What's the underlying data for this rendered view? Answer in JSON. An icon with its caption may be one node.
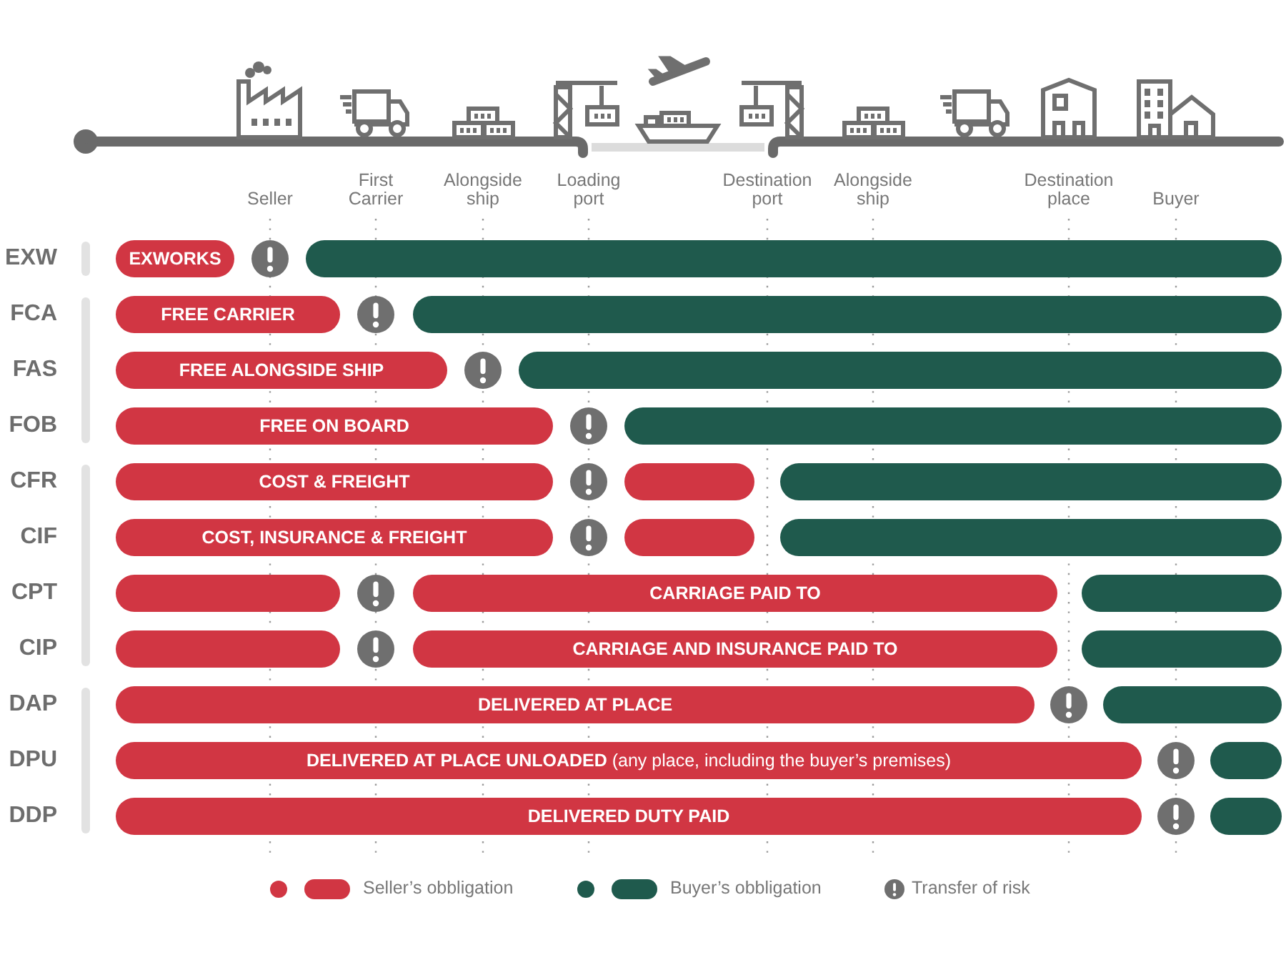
{
  "diagram": {
    "nodes": [
      {
        "text": [
          "EXWORKS"
        ]
      },
      {
        "text": [],
        "shape": "bar"
      },
      {
        "text": [
          "FREE CARRIER"
        ]
      },
      {
        "text": [],
        "shape": "bar"
      },
      {
        "text": [
          "FREE ALONGSIDE SHIP"
        ]
      },
      {
        "text": [],
        "shape": "bar"
      },
      {
        "text": [
          "FREE ON BOARD"
        ]
      },
      {
        "text": [],
        "shape": "bar"
      },
      {
        "text": [
          "COST & FREIGHT"
        ]
      },
      {
        "text": [],
        "shape": "bar"
      },
      {
        "text": [],
        "shape": "bar"
      },
      {
        "text": [
          "COST, INSURANCE & FREIGHT"
        ]
      },
      {
        "text": [],
        "shape": "bar"
      },
      {
        "text": [],
        "shape": "bar"
      },
      {
        "text": [],
        "shape": "bar"
      },
      {
        "text": [
          "CARRIAGE PAID TO"
        ]
      },
      {
        "text": [],
        "shape": "bar"
      },
      {
        "text": [],
        "shape": "bar"
      },
      {
        "text": [
          "CARRIAGE AND INSURANCE PAID TO"
        ]
      },
      {
        "text": [],
        "shape": "bar"
      },
      {
        "text": [
          "DELIVERED AT PLACE"
        ]
      },
      {
        "text": [],
        "shape": "bar"
      },
      {
        "text": [
          "**DELIVERED AT PLACE UNLOADED** (any place, including the buyer’s premises)"
        ]
      },
      {
        "text": [],
        "shape": "bar"
      },
      {
        "text": [
          "DELIVERED DUTY PAID"
        ]
      },
      {
        "text": [],
        "shape": "bar"
      }
    ],
    "labels": [
      "Seller",
      "First Carrier",
      "Alongside ship",
      "Loading port",
      "Destination port",
      "Alongside ship",
      "Destination place",
      "Buyer",
      "EXW",
      "FCA",
      "FAS",
      "FOB",
      "CFR",
      "CIF",
      "CPT",
      "CIP",
      "DAP",
      "DPU",
      "DDP"
    ],
    "legend": [
      {
        "text": "Seller’s obbligation",
        "color": "#d13643"
      },
      {
        "text": "Buyer’s obbligation",
        "color": "#1f5a4d"
      },
      {
        "text": "Transfer of risk"
      }
    ]
  }
}
